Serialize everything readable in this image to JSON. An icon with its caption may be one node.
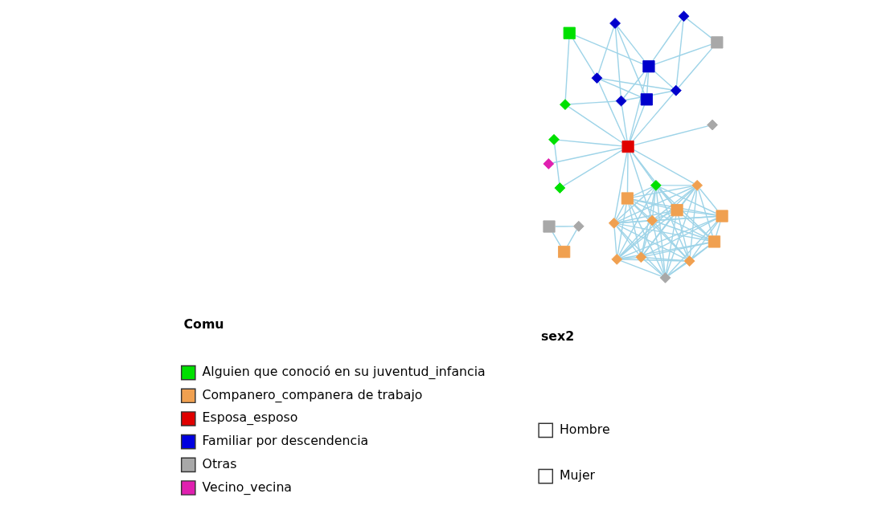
{
  "diagram": {
    "nodes": [
      {
        "text": [],
        "shape": "box"
      },
      {
        "text": [],
        "shape": "diamond"
      },
      {
        "text": [],
        "shape": "box"
      },
      {
        "text": [],
        "shape": "diamond"
      },
      {
        "text": [],
        "shape": "diamond"
      },
      {
        "text": [],
        "shape": "diamond"
      },
      {
        "text": [],
        "shape": "diamond"
      },
      {
        "text": [],
        "shape": "diamond"
      },
      {
        "text": [],
        "shape": "diamond"
      },
      {
        "text": [],
        "shape": "diamond"
      },
      {
        "text": [],
        "shape": "box"
      },
      {
        "text": [],
        "shape": "diamond"
      },
      {
        "text": [],
        "shape": "diamond"
      },
      {
        "text": [],
        "shape": "diamond"
      },
      {
        "text": [],
        "shape": "box"
      },
      {
        "text": [],
        "shape": "diamond"
      },
      {
        "text": [],
        "shape": "box"
      },
      {
        "text": [],
        "shape": "box"
      },
      {
        "text": [],
        "shape": "diamond"
      },
      {
        "text": [],
        "shape": "box"
      },
      {
        "text": [],
        "shape": "box"
      },
      {
        "text": [],
        "shape": "diamond"
      },
      {
        "text": [],
        "shape": "diamond"
      },
      {
        "text": [],
        "shape": "diamond"
      },
      {
        "text": [],
        "shape": "box"
      },
      {
        "text": [],
        "shape": "box"
      },
      {
        "text": [],
        "shape": "diamond"
      },
      {
        "text": [],
        "shape": "diamond"
      },
      {
        "text": [],
        "shape": "box"
      },
      {
        "text": [],
        "shape": "diamond"
      }
    ],
    "edges": [
      {
        "from": 0,
        "to": 1,
        "arrow": "none"
      },
      {
        "from": 1,
        "to": 2,
        "arrow": "none"
      },
      {
        "from": 0,
        "to": 2,
        "arrow": "none"
      },
      {
        "from": 14,
        "to": 3,
        "arrow": "none"
      },
      {
        "from": 14,
        "to": 4,
        "arrow": "none"
      },
      {
        "from": 5,
        "to": 6,
        "arrow": "none"
      },
      {
        "from": 14,
        "to": 5,
        "arrow": "none"
      },
      {
        "from": 14,
        "to": 6,
        "arrow": "none"
      },
      {
        "from": 14,
        "to": 17,
        "arrow": "none"
      },
      {
        "from": 14,
        "to": 21,
        "arrow": "none"
      },
      {
        "from": 14,
        "to": 23,
        "arrow": "none"
      },
      {
        "from": 14,
        "to": 25,
        "arrow": "none"
      },
      {
        "from": 14,
        "to": 26,
        "arrow": "none"
      },
      {
        "from": 14,
        "to": 27,
        "arrow": "none"
      },
      {
        "from": 14,
        "to": 7,
        "arrow": "none"
      },
      {
        "from": 14,
        "to": 11,
        "arrow": "none"
      },
      {
        "from": 14,
        "to": 12,
        "arrow": "none"
      },
      {
        "from": 14,
        "to": 15,
        "arrow": "none"
      },
      {
        "from": 14,
        "to": 19,
        "arrow": "none"
      },
      {
        "from": 14,
        "to": 20,
        "arrow": "none"
      },
      {
        "from": 17,
        "to": 22,
        "arrow": "none"
      },
      {
        "from": 17,
        "to": 23,
        "arrow": "none"
      },
      {
        "from": 17,
        "to": 25,
        "arrow": "none"
      },
      {
        "from": 22,
        "to": 21,
        "arrow": "none"
      },
      {
        "from": 22,
        "to": 23,
        "arrow": "none"
      },
      {
        "from": 22,
        "to": 25,
        "arrow": "none"
      },
      {
        "from": 23,
        "to": 24,
        "arrow": "none"
      },
      {
        "from": 21,
        "to": 25,
        "arrow": "none"
      },
      {
        "from": 24,
        "to": 25,
        "arrow": "none"
      },
      {
        "from": 24,
        "to": 27,
        "arrow": "none"
      },
      {
        "from": 27,
        "to": 21,
        "arrow": "none"
      },
      {
        "from": 23,
        "to": 26,
        "arrow": "none"
      },
      {
        "from": 21,
        "to": 26,
        "arrow": "none"
      },
      {
        "from": 25,
        "to": 26,
        "arrow": "none"
      },
      {
        "from": 25,
        "to": 28,
        "arrow": "none"
      },
      {
        "from": 25,
        "to": 29,
        "arrow": "none"
      },
      {
        "from": 26,
        "to": 29,
        "arrow": "none"
      },
      {
        "from": 26,
        "to": 28,
        "arrow": "none"
      },
      {
        "from": 28,
        "to": 29,
        "arrow": "none"
      },
      {
        "from": 7,
        "to": 8,
        "arrow": "none"
      },
      {
        "from": 7,
        "to": 9,
        "arrow": "none"
      },
      {
        "from": 7,
        "to": 10,
        "arrow": "none"
      },
      {
        "from": 7,
        "to": 11,
        "arrow": "none"
      },
      {
        "from": 7,
        "to": 12,
        "arrow": "none"
      },
      {
        "from": 7,
        "to": 13,
        "arrow": "none"
      },
      {
        "from": 7,
        "to": 15,
        "arrow": "none"
      },
      {
        "from": 7,
        "to": 16,
        "arrow": "none"
      },
      {
        "from": 7,
        "to": 18,
        "arrow": "none"
      },
      {
        "from": 7,
        "to": 19,
        "arrow": "none"
      },
      {
        "from": 7,
        "to": 20,
        "arrow": "none"
      },
      {
        "from": 8,
        "to": 9,
        "arrow": "none"
      },
      {
        "from": 8,
        "to": 10,
        "arrow": "none"
      },
      {
        "from": 8,
        "to": 11,
        "arrow": "none"
      },
      {
        "from": 8,
        "to": 12,
        "arrow": "none"
      },
      {
        "from": 8,
        "to": 13,
        "arrow": "none"
      },
      {
        "from": 8,
        "to": 15,
        "arrow": "none"
      },
      {
        "from": 8,
        "to": 16,
        "arrow": "none"
      },
      {
        "from": 8,
        "to": 18,
        "arrow": "none"
      },
      {
        "from": 8,
        "to": 19,
        "arrow": "none"
      },
      {
        "from": 8,
        "to": 20,
        "arrow": "none"
      },
      {
        "from": 9,
        "to": 10,
        "arrow": "none"
      },
      {
        "from": 9,
        "to": 11,
        "arrow": "none"
      },
      {
        "from": 9,
        "to": 12,
        "arrow": "none"
      },
      {
        "from": 9,
        "to": 13,
        "arrow": "none"
      },
      {
        "from": 9,
        "to": 15,
        "arrow": "none"
      },
      {
        "from": 9,
        "to": 16,
        "arrow": "none"
      },
      {
        "from": 9,
        "to": 18,
        "arrow": "none"
      },
      {
        "from": 9,
        "to": 19,
        "arrow": "none"
      },
      {
        "from": 9,
        "to": 20,
        "arrow": "none"
      },
      {
        "from": 10,
        "to": 11,
        "arrow": "none"
      },
      {
        "from": 10,
        "to": 12,
        "arrow": "none"
      },
      {
        "from": 10,
        "to": 13,
        "arrow": "none"
      },
      {
        "from": 10,
        "to": 15,
        "arrow": "none"
      },
      {
        "from": 10,
        "to": 16,
        "arrow": "none"
      },
      {
        "from": 10,
        "to": 18,
        "arrow": "none"
      },
      {
        "from": 10,
        "to": 19,
        "arrow": "none"
      },
      {
        "from": 10,
        "to": 20,
        "arrow": "none"
      },
      {
        "from": 11,
        "to": 12,
        "arrow": "none"
      },
      {
        "from": 11,
        "to": 13,
        "arrow": "none"
      },
      {
        "from": 11,
        "to": 15,
        "arrow": "none"
      },
      {
        "from": 11,
        "to": 16,
        "arrow": "none"
      },
      {
        "from": 11,
        "to": 18,
        "arrow": "none"
      },
      {
        "from": 11,
        "to": 19,
        "arrow": "none"
      },
      {
        "from": 11,
        "to": 20,
        "arrow": "none"
      },
      {
        "from": 12,
        "to": 13,
        "arrow": "none"
      },
      {
        "from": 12,
        "to": 15,
        "arrow": "none"
      },
      {
        "from": 12,
        "to": 16,
        "arrow": "none"
      },
      {
        "from": 12,
        "to": 18,
        "arrow": "none"
      },
      {
        "from": 12,
        "to": 19,
        "arrow": "none"
      },
      {
        "from": 12,
        "to": 20,
        "arrow": "none"
      },
      {
        "from": 13,
        "to": 15,
        "arrow": "none"
      },
      {
        "from": 13,
        "to": 16,
        "arrow": "none"
      },
      {
        "from": 13,
        "to": 18,
        "arrow": "none"
      },
      {
        "from": 13,
        "to": 19,
        "arrow": "none"
      },
      {
        "from": 13,
        "to": 20,
        "arrow": "none"
      },
      {
        "from": 15,
        "to": 16,
        "arrow": "none"
      },
      {
        "from": 15,
        "to": 18,
        "arrow": "none"
      },
      {
        "from": 15,
        "to": 19,
        "arrow": "none"
      },
      {
        "from": 15,
        "to": 20,
        "arrow": "none"
      },
      {
        "from": 16,
        "to": 18,
        "arrow": "none"
      },
      {
        "from": 16,
        "to": 19,
        "arrow": "none"
      },
      {
        "from": 16,
        "to": 20,
        "arrow": "none"
      },
      {
        "from": 18,
        "to": 19,
        "arrow": "none"
      },
      {
        "from": 18,
        "to": 20,
        "arrow": "none"
      },
      {
        "from": 19,
        "to": 20,
        "arrow": "none"
      }
    ],
    "labels": [
      "Comu",
      "sex2"
    ],
    "legend": [
      {
        "text": "Alguien que conoció en su juventud_infancia",
        "color": "#00e000"
      },
      {
        "text": "Companero_companera de trabajo",
        "color": "#f0a050"
      },
      {
        "text": "Esposa_esposo",
        "color": "#e00000"
      },
      {
        "text": "Familiar por descendencia",
        "color": "#0000e0"
      },
      {
        "text": "Otras",
        "color": "#a8a8a8"
      },
      {
        "text": "Vecino_vecina",
        "color": "#e020b0"
      },
      {
        "text": "Hombre"
      },
      {
        "text": "Mujer"
      }
    ]
  }
}
